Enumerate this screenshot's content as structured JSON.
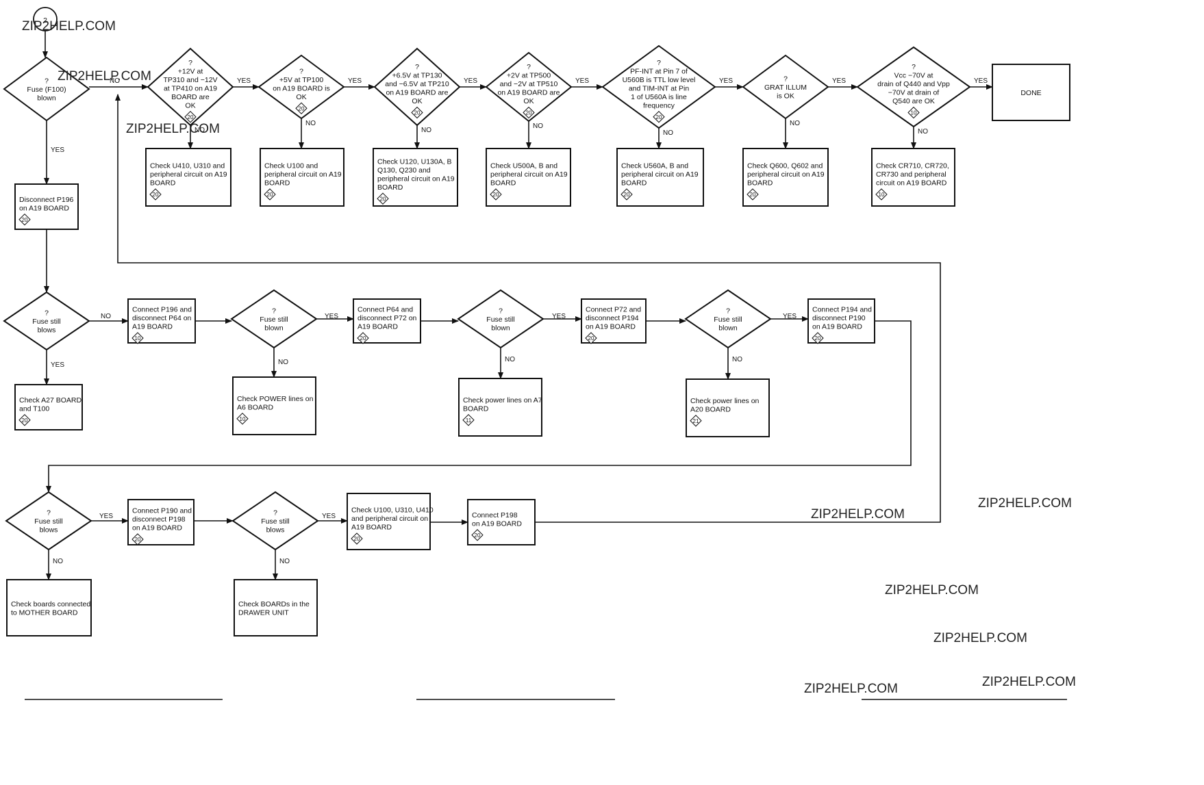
{
  "watermarks": [
    "ZIP2HELP.COM",
    "ZIP2HELP.COM",
    "ZIP2HELP.COM",
    "ZIP2HELP.COM",
    "ZIP2HELP.COM",
    "ZIP2HELP.COM",
    "ZIP2HELP.COM",
    "ZIP2HELP.COM",
    "ZIP2HELP.COM"
  ],
  "start_connector": "2",
  "edge_labels": {
    "yes": "YES",
    "no": "NO"
  },
  "nodes": {
    "d_fuse": {
      "q": "?",
      "lines": [
        "Fuse (F100)",
        "blown"
      ]
    },
    "d_12v": {
      "q": "?",
      "lines": [
        "+12V at",
        "TP310  and  −12V",
        "at TP410  on A19",
        "BOARD are",
        "OK"
      ],
      "ref": "20"
    },
    "d_5v": {
      "q": "?",
      "lines": [
        "+5V at TP100",
        "on A19 BOARD is",
        "OK"
      ],
      "ref": "20"
    },
    "d_65v": {
      "q": "?",
      "lines": [
        "+6.5V at TP130",
        "and −6.5V at TP210",
        "on A19 BOARD are",
        "OK"
      ],
      "ref": "20"
    },
    "d_2v": {
      "q": "?",
      "lines": [
        "+2V  at TP500",
        "and −2V at TP510",
        "on A19 BOARD are",
        "OK"
      ],
      "ref": "20"
    },
    "d_pfint": {
      "q": "?",
      "lines": [
        "PF-INT at Pin 7 of",
        "U560B is TTL low level",
        "and TIM-INT at Pin",
        "1 of U560A is line",
        "frequency"
      ],
      "ref": "20"
    },
    "d_grat": {
      "q": "?",
      "lines": [
        "GRAT ILLUM",
        "is OK"
      ]
    },
    "d_vcc": {
      "q": "?",
      "lines": [
        "Vcc −70V at",
        "drain of Q440 and Vpp",
        "−70V at drain of",
        "Q540 are OK"
      ],
      "ref": "10"
    },
    "done": {
      "lines": [
        "DONE"
      ]
    },
    "b_u410": {
      "lines": [
        "Check U410, U310 and",
        "peripheral circuit on A19",
        "BOARD"
      ],
      "ref": "20"
    },
    "b_u100": {
      "lines": [
        "Check U100 and",
        "peripheral circuit on A19",
        "BOARD"
      ],
      "ref": "20"
    },
    "b_u120": {
      "lines": [
        "Check U120, U130A, B",
        "Q130, Q230 and",
        "peripheral circuit on A19",
        "BOARD"
      ],
      "ref": "20"
    },
    "b_u500": {
      "lines": [
        "Check U500A, B and",
        "peripheral circuit on A19",
        "BOARD"
      ],
      "ref": "20"
    },
    "b_u560": {
      "lines": [
        "Check U560A, B and",
        "peripheral circuit on A19",
        "BOARD"
      ],
      "ref": "20"
    },
    "b_q600": {
      "lines": [
        "Check Q600, Q602 and",
        "peripheral circuit on A19",
        "BOARD"
      ],
      "ref": "20"
    },
    "b_cr710": {
      "lines": [
        "Check CR710, CR720,",
        "CR730 and peripheral",
        "circuit on A19 BOARD"
      ],
      "ref": "10"
    },
    "b_disc196": {
      "lines": [
        "Disconnect P196",
        "on A19 BOARD"
      ],
      "ref": "20"
    },
    "d_still1": {
      "q": "?",
      "lines": [
        "Fuse still",
        "blows"
      ]
    },
    "b_a27": {
      "lines": [
        "Check A27 BOARD",
        "and T100"
      ],
      "ref": "20"
    },
    "b_conn196": {
      "lines": [
        "Connect P196 and",
        "disconnect P64 on",
        "A19 BOARD"
      ],
      "ref": "10"
    },
    "d_still2": {
      "q": "?",
      "lines": [
        "Fuse still",
        "blown"
      ]
    },
    "b_power_a6": {
      "lines": [
        "Check POWER lines on",
        "A6 BOARD"
      ],
      "ref": "10"
    },
    "b_conn64": {
      "lines": [
        "Connect P64 and",
        "disconnect P72 on",
        "A19 BOARD"
      ],
      "ref": "20"
    },
    "d_still3": {
      "q": "?",
      "lines": [
        "Fuse still",
        "blown"
      ]
    },
    "b_power_a7": {
      "lines": [
        "Check power lines on A7",
        "BOARD"
      ],
      "ref": "11"
    },
    "b_conn72": {
      "lines": [
        "Connect P72 and",
        "disconnect P194",
        "on A19 BOARD"
      ],
      "ref": "20"
    },
    "d_still4": {
      "q": "?",
      "lines": [
        "Fuse still",
        "blown"
      ]
    },
    "b_power_a20": {
      "lines": [
        "Check power lines on",
        "A20 BOARD"
      ],
      "ref": "21"
    },
    "b_conn194": {
      "lines": [
        "Connect P194 and",
        "disconnect P190",
        "on A19 BOARD"
      ],
      "ref": "20"
    },
    "d_still5": {
      "q": "?",
      "lines": [
        "Fuse still",
        "blows"
      ]
    },
    "b_mother": {
      "lines": [
        "Check boards connected",
        "to MOTHER BOARD"
      ]
    },
    "b_conn190": {
      "lines": [
        "Connect P190 and",
        "disconnect P198",
        "on A19 BOARD"
      ],
      "ref": "20"
    },
    "d_still6": {
      "q": "?",
      "lines": [
        "Fuse still",
        "blows"
      ]
    },
    "b_drawer": {
      "lines": [
        "Check BOARDs in the",
        "DRAWER UNIT"
      ]
    },
    "b_checku100": {
      "lines": [
        "Check U100, U310, U410",
        "and peripheral circuit on",
        "A19 BOARD"
      ],
      "ref": "20"
    },
    "b_conn198": {
      "lines": [
        "Connect P198",
        "on A19 BOARD"
      ],
      "ref": "20"
    }
  }
}
